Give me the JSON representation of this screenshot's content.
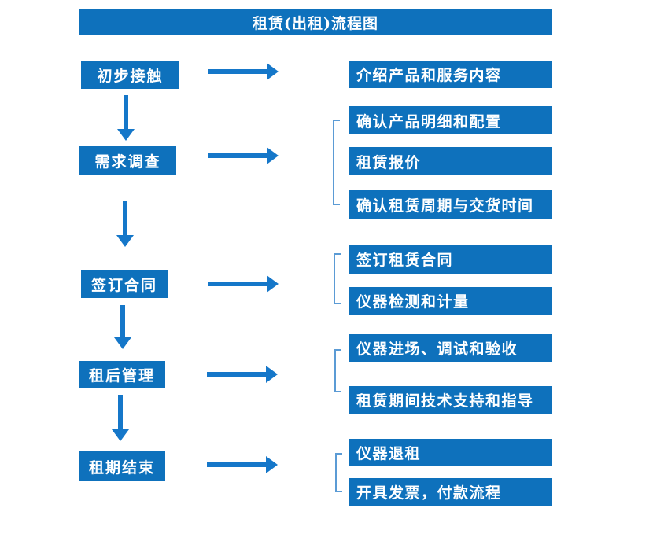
{
  "title": "租赁(出租)流程图",
  "steps": [
    {
      "label": "初步接触",
      "details": [
        "介绍产品和服务内容"
      ]
    },
    {
      "label": "需求调查",
      "details": [
        "确认产品明细和配置",
        "租赁报价",
        "确认租赁周期与交货时间"
      ]
    },
    {
      "label": "签订合同",
      "details": [
        "签订租赁合同",
        "仪器检测和计量"
      ]
    },
    {
      "label": "租后管理",
      "details": [
        "仪器进场、调试和验收",
        "租赁期间技术支持和指导"
      ]
    },
    {
      "label": "租期结束",
      "details": [
        "仪器退租",
        "开具发票，付款流程"
      ]
    }
  ],
  "colors": {
    "box_blue": "#0e71bc",
    "arrow_blue": "#1577c9",
    "bracket_blue": "#5b9bd5",
    "text_color": "#ffffff",
    "background": "#ffffff"
  }
}
